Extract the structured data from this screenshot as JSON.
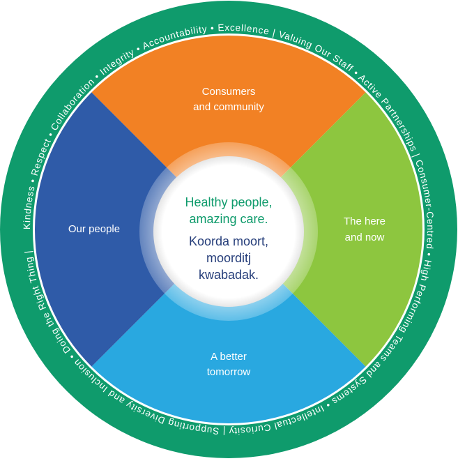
{
  "colors": {
    "ring": "#0f9b6c",
    "quadrant_top": "#f28124",
    "quadrant_right": "#8dc63f",
    "quadrant_bottom": "#29a8e0",
    "quadrant_left": "#2f5ba8",
    "tagline_primary": "#0f9b6c",
    "tagline_secondary": "#263e7a"
  },
  "outer_ring": {
    "text": "Kindness • Respect • Collaboration • Integrity • Accountability • Excellence  |  Valuing Our Staff • Active Partnerships  |  Consumer-Centred • High Performing Teams and Systems • Intellectual Curiosity  |  Supporting Diversity and Inclusion • Doing the Right Thing  |"
  },
  "quadrants": {
    "top": {
      "line1": "Consumers",
      "line2": "and community"
    },
    "right": {
      "line1": "The here",
      "line2": "and now"
    },
    "bottom": {
      "line1": "A better",
      "line2": "tomorrow"
    },
    "left": {
      "line1": "Our people"
    }
  },
  "center": {
    "tagline_line1": "Healthy people,",
    "tagline_line2": "amazing care.",
    "noongar_line1": "Koorda moort,",
    "noongar_line2": "moorditj",
    "noongar_line3": "kwabadak."
  }
}
